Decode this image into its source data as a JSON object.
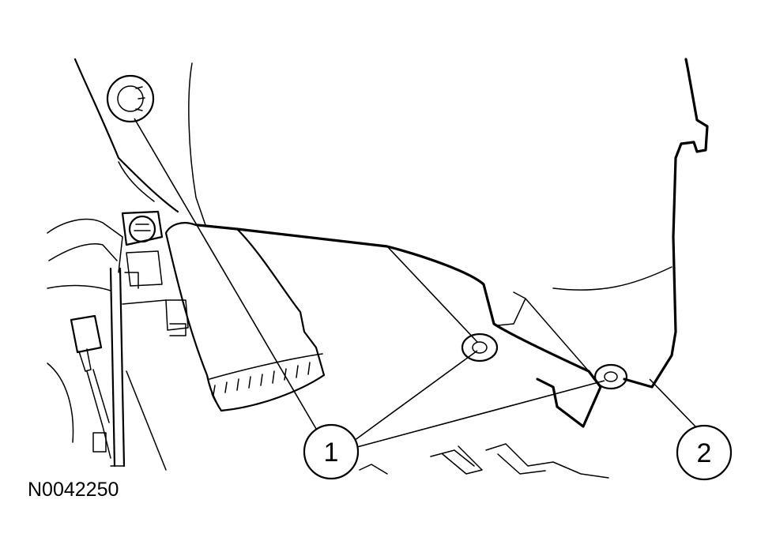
{
  "callouts": [
    {
      "id": "1",
      "label": "1"
    },
    {
      "id": "2",
      "label": "2"
    }
  ],
  "reference_code": "N0042250"
}
